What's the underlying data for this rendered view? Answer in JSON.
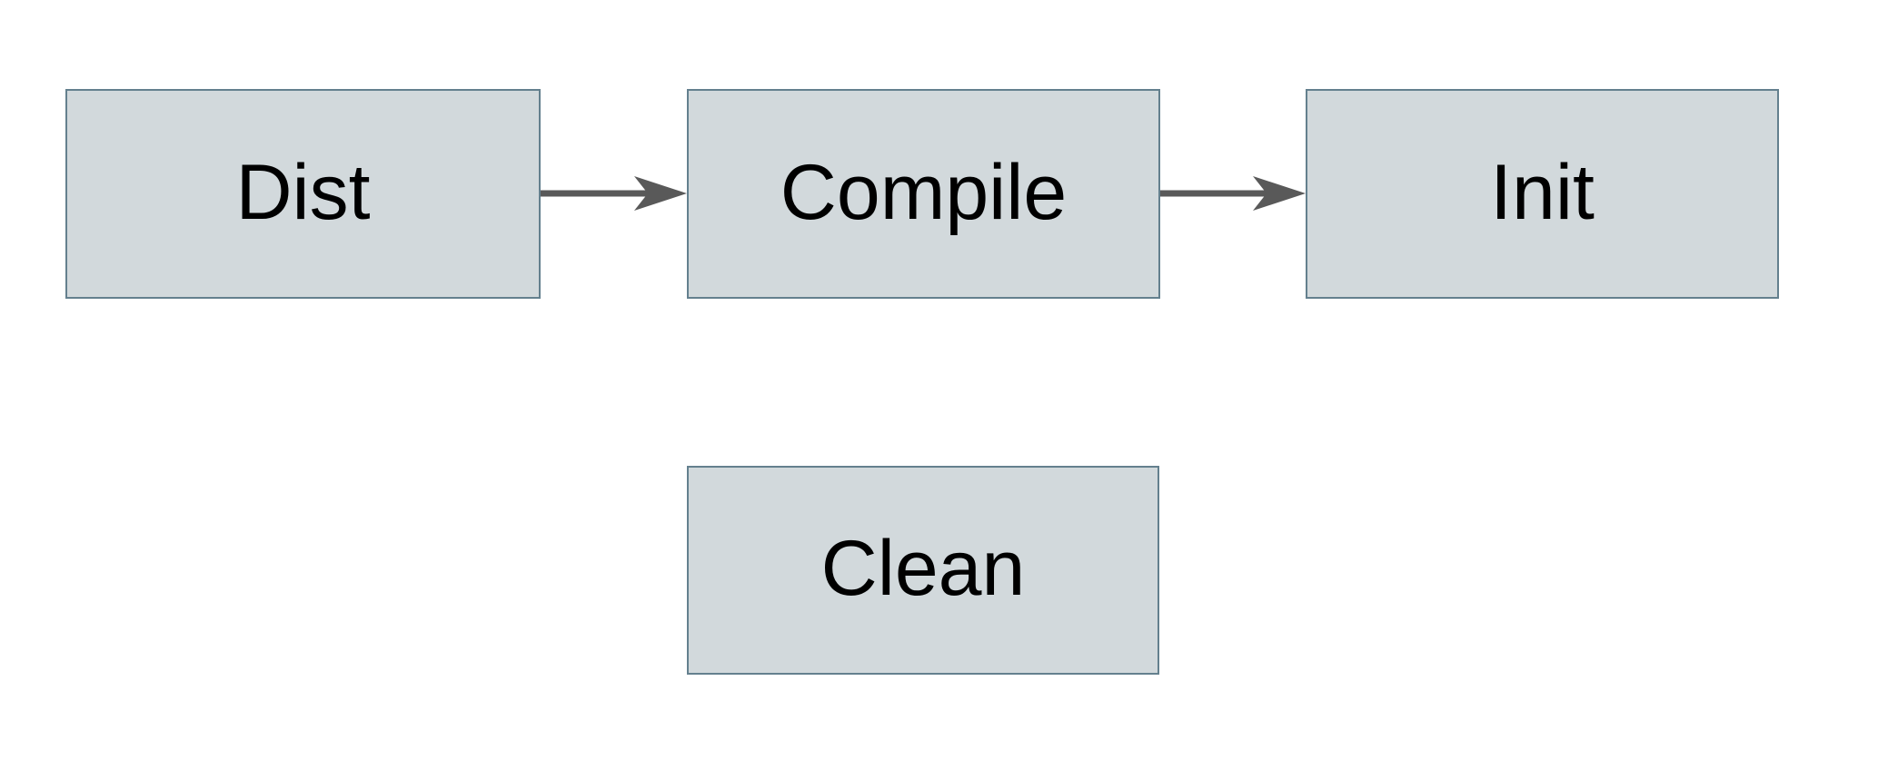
{
  "diagram": {
    "title": "build-targets-flow",
    "colors": {
      "canvas_bg": "#ffffff",
      "node_fill": "#d2d9dc",
      "node_border": "#64808e",
      "arrow_color": "#595959",
      "text_color": "#000000"
    },
    "nodes": [
      {
        "id": "dist",
        "label": "Dist"
      },
      {
        "id": "compile",
        "label": "Compile"
      },
      {
        "id": "init",
        "label": "Init"
      },
      {
        "id": "clean",
        "label": "Clean"
      }
    ],
    "edges": [
      {
        "from": "Dist",
        "to": "Compile",
        "direction": "right"
      },
      {
        "from": "Compile",
        "to": "Init",
        "direction": "right"
      }
    ]
  }
}
